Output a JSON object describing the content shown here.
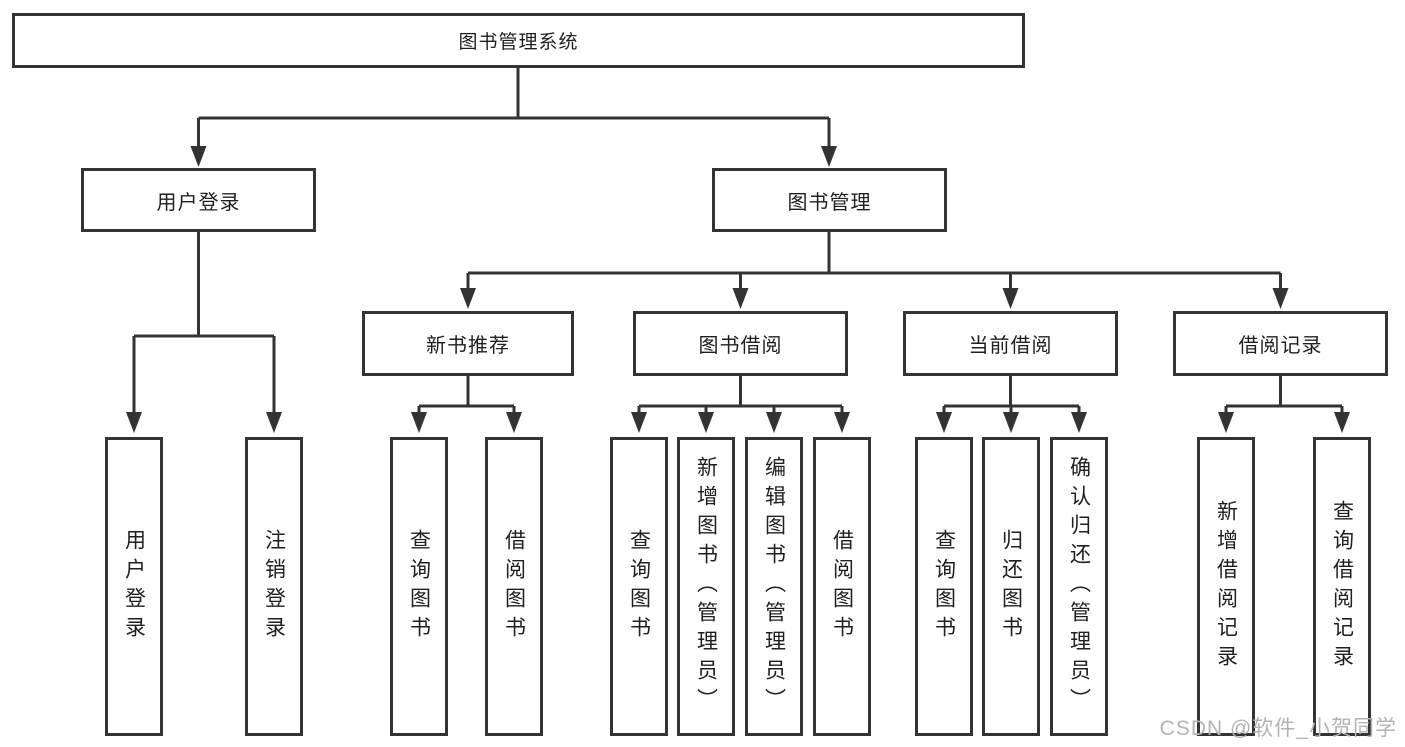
{
  "nodes": {
    "root": "图书管理系统",
    "user_login": "用户登录",
    "book_management": "图书管理",
    "new_book_recommend": "新书推荐",
    "book_borrowing": "图书借阅",
    "current_borrowing": "当前借阅",
    "borrowing_records": "借阅记录",
    "leaves": {
      "user_login": [
        "用户登录",
        "注销登录"
      ],
      "new_book_recommend": [
        "查询图书",
        "借阅图书"
      ],
      "book_borrowing": [
        "查询图书",
        "新增图书（管理员）",
        "编辑图书（管理员）",
        "借阅图书"
      ],
      "current_borrowing": [
        "查询图书",
        "归还图书",
        "确认归还（管理员）"
      ],
      "borrowing_records": [
        "新增借阅记录",
        "查询借阅记录"
      ]
    }
  },
  "watermark": {
    "text": "CSDN @软件_小贺同学"
  },
  "colors": {
    "line": "#333333",
    "text": "#1f1f1f",
    "watermark": "#b3b3b3",
    "background": "#ffffff"
  }
}
